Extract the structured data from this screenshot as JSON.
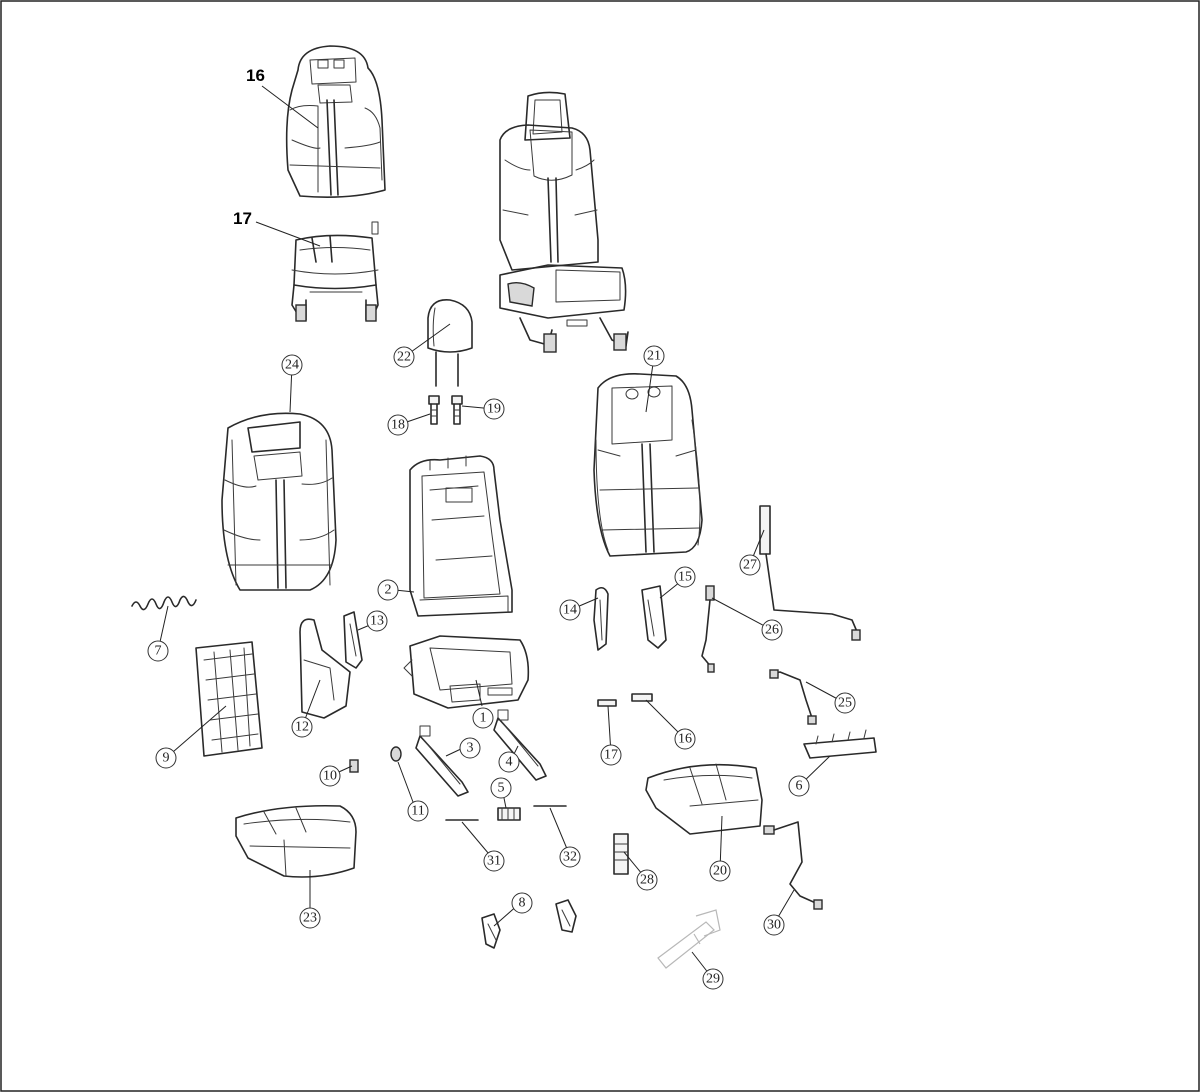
{
  "diagram": {
    "inset_labels": [
      {
        "id": "inset-16",
        "text": "16"
      },
      {
        "id": "inset-17",
        "text": "17"
      }
    ],
    "callouts": [
      {
        "id": "c1",
        "text": "1"
      },
      {
        "id": "c2",
        "text": "2"
      },
      {
        "id": "c3",
        "text": "3"
      },
      {
        "id": "c4",
        "text": "4"
      },
      {
        "id": "c5",
        "text": "5"
      },
      {
        "id": "c6",
        "text": "6"
      },
      {
        "id": "c7",
        "text": "7"
      },
      {
        "id": "c8",
        "text": "8"
      },
      {
        "id": "c9",
        "text": "9"
      },
      {
        "id": "c10",
        "text": "10"
      },
      {
        "id": "c11",
        "text": "11"
      },
      {
        "id": "c12",
        "text": "12"
      },
      {
        "id": "c13",
        "text": "13"
      },
      {
        "id": "c14",
        "text": "14"
      },
      {
        "id": "c15",
        "text": "15"
      },
      {
        "id": "c16",
        "text": "16"
      },
      {
        "id": "c17",
        "text": "17"
      },
      {
        "id": "c18",
        "text": "18"
      },
      {
        "id": "c19",
        "text": "19"
      },
      {
        "id": "c20",
        "text": "20"
      },
      {
        "id": "c21",
        "text": "21"
      },
      {
        "id": "c22",
        "text": "22"
      },
      {
        "id": "c23",
        "text": "23"
      },
      {
        "id": "c24",
        "text": "24"
      },
      {
        "id": "c25",
        "text": "25"
      },
      {
        "id": "c26",
        "text": "26"
      },
      {
        "id": "c27",
        "text": "27"
      },
      {
        "id": "c28",
        "text": "28"
      },
      {
        "id": "c29",
        "text": "29"
      },
      {
        "id": "c30",
        "text": "30"
      },
      {
        "id": "c31",
        "text": "31"
      },
      {
        "id": "c32",
        "text": "32"
      }
    ]
  }
}
